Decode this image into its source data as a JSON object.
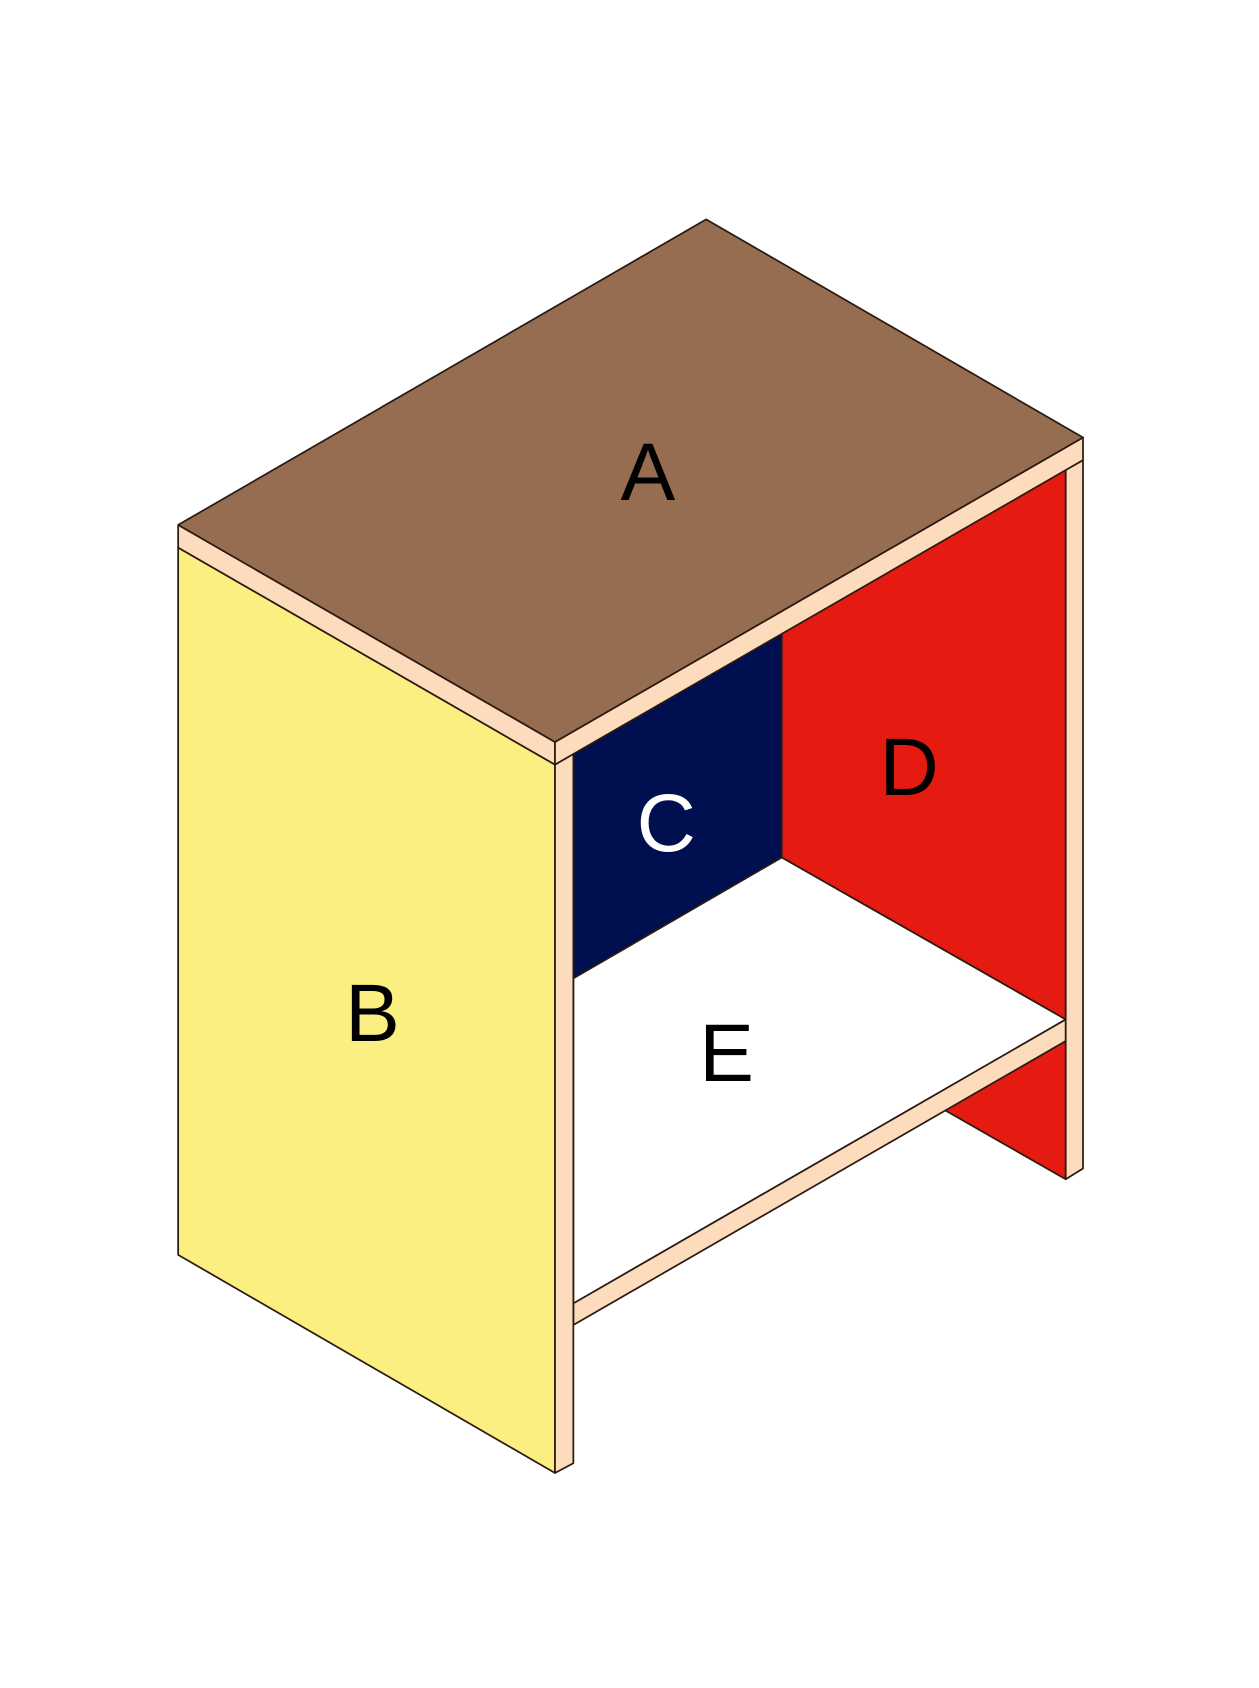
{
  "labels": {
    "top": "A",
    "side": "B",
    "back_left": "C",
    "back_right": "D",
    "shelf": "E"
  },
  "colors": {
    "top": "#966d51",
    "side": "#fbef82",
    "back_left": "#000f50",
    "back_right": "#e51a10",
    "shelf": "#ffffff",
    "edge": "#fddbbd",
    "label_dark": "#000000",
    "label_light": "#ffffff"
  }
}
